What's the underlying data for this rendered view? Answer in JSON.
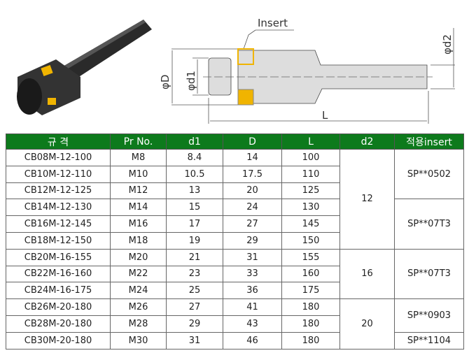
{
  "drawing": {
    "insert_label": "Insert",
    "dim_D": "φD",
    "dim_d1": "φd1",
    "dim_d2": "φd2",
    "dim_L": "L"
  },
  "colors": {
    "header": "#0d7a1c",
    "insert": "#f0b400"
  },
  "table": {
    "headers": [
      "규 격",
      "Pr No.",
      "d1",
      "D",
      "L",
      "d2",
      "적용insert"
    ],
    "rows": [
      [
        "CB08M-12-100",
        "M8",
        "8.4",
        "14",
        "100"
      ],
      [
        "CB10M-12-110",
        "M10",
        "10.5",
        "17.5",
        "110"
      ],
      [
        "CB12M-12-125",
        "M12",
        "13",
        "20",
        "125"
      ],
      [
        "CB14M-12-130",
        "M14",
        "15",
        "24",
        "130"
      ],
      [
        "CB16M-12-145",
        "M16",
        "17",
        "27",
        "145"
      ],
      [
        "CB18M-12-150",
        "M18",
        "19",
        "29",
        "150"
      ],
      [
        "CB20M-16-155",
        "M20",
        "21",
        "31",
        "155"
      ],
      [
        "CB22M-16-160",
        "M22",
        "23",
        "33",
        "160"
      ],
      [
        "CB24M-16-175",
        "M24",
        "25",
        "36",
        "175"
      ],
      [
        "CB26M-20-180",
        "M26",
        "27",
        "41",
        "180"
      ],
      [
        "CB28M-20-180",
        "M28",
        "29",
        "43",
        "180"
      ],
      [
        "CB30M-20-180",
        "M30",
        "31",
        "46",
        "180"
      ]
    ],
    "d2": [
      "12",
      "16",
      "20"
    ],
    "inserts": [
      "SP**0502",
      "SP**07T3",
      "SP**07T3",
      "SP**0903",
      "SP**1104"
    ]
  }
}
